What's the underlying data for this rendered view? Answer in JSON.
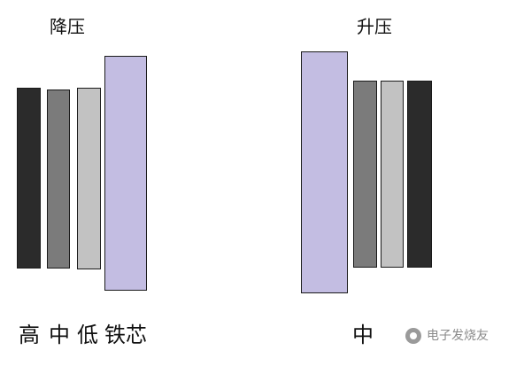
{
  "left_panel": {
    "title": "降压",
    "labels": {
      "high": "高",
      "mid": "中",
      "low": "低",
      "core": "铁芯"
    },
    "bars": [
      {
        "name": "high-coil",
        "color": "#2b2b2b"
      },
      {
        "name": "mid-coil",
        "color": "#7b7b7b"
      },
      {
        "name": "low-coil",
        "color": "#c2c2c2"
      },
      {
        "name": "iron-core",
        "color": "#c3bde2"
      }
    ]
  },
  "right_panel": {
    "title": "升压",
    "labels": {
      "mid": "中"
    },
    "bars": [
      {
        "name": "iron-core",
        "color": "#c3bde2"
      },
      {
        "name": "mid-coil",
        "color": "#7b7b7b"
      },
      {
        "name": "low-coil",
        "color": "#c2c2c2"
      },
      {
        "name": "high-coil",
        "color": "#2b2b2b"
      }
    ]
  },
  "watermark": {
    "text": "电子发烧友"
  }
}
